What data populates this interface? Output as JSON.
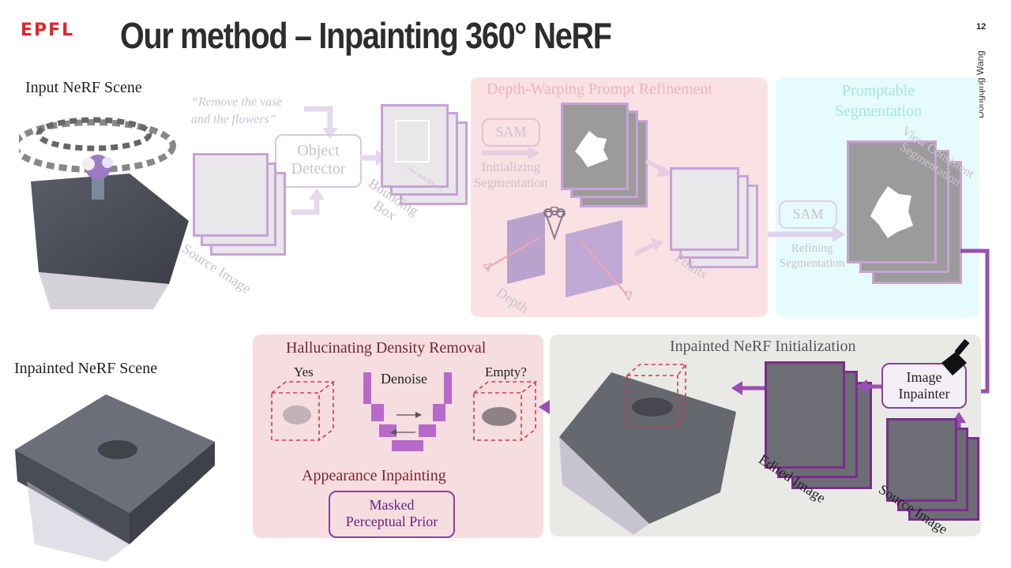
{
  "slide": {
    "logo": "EPFL",
    "title": "Our method – Inpainting 360° NeRF",
    "page_number": "12",
    "author": "Dongqing Wang"
  },
  "left": {
    "input_label": "Input NeRF Scene",
    "output_label": "Inpainted NeRF Scene"
  },
  "pipeline_top": {
    "prompt_text_line1": "“Remove the vase",
    "prompt_text_line2": "and the flowers”",
    "object_detector_line1": "Object",
    "object_detector_line2": "Detector",
    "source_image": "Source Image",
    "bounding_box_line1": "Bounding",
    "bounding_box_line2": "Box",
    "bbox_tag": "vase and flowers",
    "depth_panel_title": "Depth-Warping Prompt Refinement",
    "sam_1": "SAM",
    "init_seg_line1": "Initializing",
    "init_seg_line2": "Segmentation",
    "depth_label": "Depth",
    "points_label": "Points",
    "seg_panel_title_line1": "Promptable",
    "seg_panel_title_line2": "Segmentation",
    "sam_2": "SAM",
    "refine_seg_line1": "Refining",
    "refine_seg_line2": "Segmentation",
    "view_consistent_line1": "View Consistent",
    "view_consistent_line2": "Segmentation"
  },
  "pipeline_bottom": {
    "halluc_title": "Hallucinating Density Removal",
    "yes_label": "Yes",
    "denoise_label": "Denoise",
    "empty_label": "Empty?",
    "appearance_label": "Appearance Inpainting",
    "masked_prior_line1": "Masked",
    "masked_prior_line2": "Perceptual Prior",
    "init_title": "Inpainted NeRF Initialization",
    "image_inpainter_line1": "Image",
    "image_inpainter_line2": "Inpainter",
    "edited_image": "Edited Image",
    "source_image": "Source Image"
  },
  "colors": {
    "epfl_red": "#e3242b",
    "depth_panel_bg": "#f9e1e4",
    "seg_panel_bg": "#e6fbfb",
    "halluc_panel_bg": "#f6dde0",
    "init_panel_bg": "#e9e9e6",
    "purple": "#7a2d8c",
    "light_purple": "#cdb0dc"
  }
}
